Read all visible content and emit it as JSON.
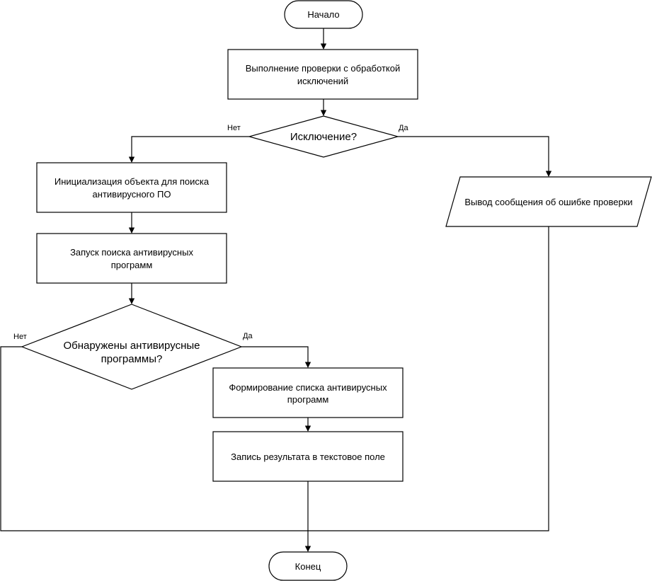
{
  "nodes": {
    "start": "Начало",
    "check": [
      "Выполнение проверки с обработкой",
      "исключений"
    ],
    "exception": "Исключение?",
    "init": [
      "Инициализация объекта для поиска",
      "антивирусного ПО"
    ],
    "launch": [
      "Запуск поиска антивирусных",
      "программ"
    ],
    "found": [
      "Обнаружены антивирусные",
      "программы?"
    ],
    "error_output": "Вывод сообщения об ошибке проверки",
    "form_list": [
      "Формирование списка антивирусных",
      "программ"
    ],
    "write_result": "Запись результата в текстовое поле",
    "end": "Конец"
  },
  "edge_labels": {
    "exception_no": "Нет",
    "exception_yes": "Да",
    "found_no": "Нет",
    "found_yes": "Да"
  },
  "colors": {
    "stroke": "#000000",
    "fill": "#ffffff"
  }
}
